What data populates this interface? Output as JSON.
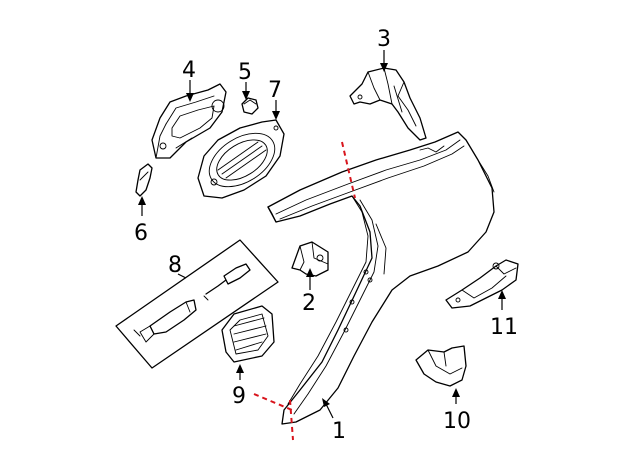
{
  "diagram": {
    "callouts": [
      {
        "id": "c1",
        "label": "1"
      },
      {
        "id": "c2",
        "label": "2"
      },
      {
        "id": "c3",
        "label": "3"
      },
      {
        "id": "c4",
        "label": "4"
      },
      {
        "id": "c5",
        "label": "5"
      },
      {
        "id": "c6",
        "label": "6"
      },
      {
        "id": "c7",
        "label": "7"
      },
      {
        "id": "c8",
        "label": "8"
      },
      {
        "id": "c9",
        "label": "9"
      },
      {
        "id": "c10",
        "label": "10"
      },
      {
        "id": "c11",
        "label": "11"
      }
    ],
    "colors": {
      "line": "#000000",
      "cut_line": "#d8141c",
      "background": "#ffffff"
    }
  }
}
